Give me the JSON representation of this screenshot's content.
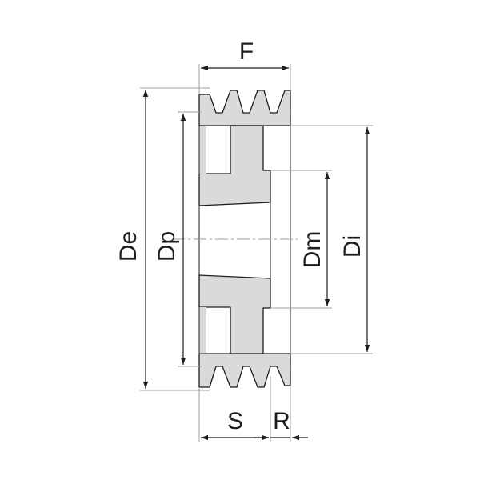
{
  "labels": {
    "F": "F",
    "De": "De",
    "Dp": "Dp",
    "Dm": "Dm",
    "Di": "Di",
    "S": "S",
    "R": "R"
  },
  "colors": {
    "body_fill": "#d9dadb",
    "outline": "#1d1d1b",
    "dimension_line": "#1d1d1b",
    "extension_line": "#9d9d9c",
    "background": "#ffffff"
  }
}
